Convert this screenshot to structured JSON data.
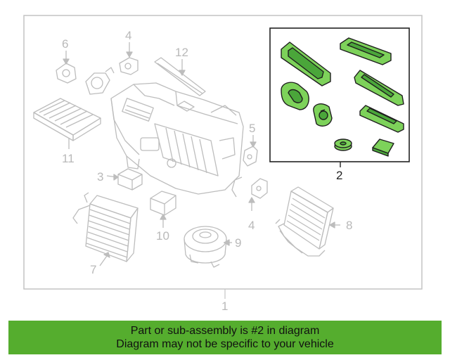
{
  "diagram": {
    "callouts": {
      "c1": "1",
      "c2": "2",
      "c3": "3",
      "c4a": "4",
      "c4b": "4",
      "c5": "5",
      "c6": "6",
      "c7": "7",
      "c8": "8",
      "c9": "9",
      "c10": "10",
      "c11": "11",
      "c12": "12"
    },
    "highlighted_part": "2"
  },
  "banner": {
    "line1": "Part or sub-assembly is #2 in diagram",
    "line2": "Diagram may not be specific to your vehicle"
  },
  "colors": {
    "highlight_fill": "#7dd25a",
    "banner_bg": "#55ad2e",
    "ghost_line": "#bdbdbd"
  }
}
